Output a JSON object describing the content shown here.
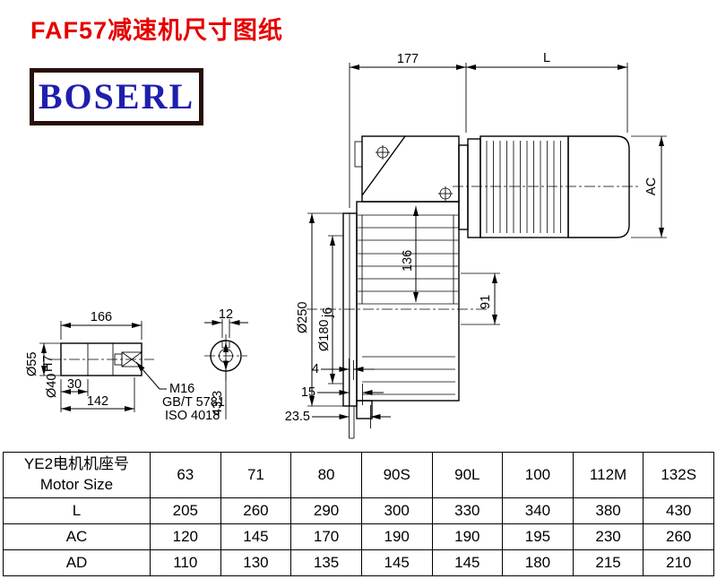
{
  "page": {
    "title": "FAF57减速机尺寸图纸",
    "logo_text": "BOSERL"
  },
  "drawing": {
    "main": {
      "width_177": "177",
      "length_L": "L",
      "height_AC": "AC",
      "flange_dia": "Ø250",
      "spigot_dia": "Ø180",
      "spigot_tol": "j6",
      "dim_136": "136",
      "dim_91": "91",
      "dim_4": "4",
      "dim_15": "15",
      "dim_23_5": "23.5"
    },
    "shaft": {
      "length_166": "166",
      "dim_30": "30",
      "dim_142": "142",
      "outer_dia": "Ø55",
      "bore_dia": "Ø40",
      "bore_tol": "H7",
      "thread": "M16",
      "std_gb": "GB/T 5781",
      "std_iso": "ISO 4018"
    },
    "section": {
      "key_width": "12",
      "key_depth": "43.3"
    }
  },
  "table": {
    "header": {
      "line1": "YE2电机机座号",
      "line2": "Motor Size"
    },
    "sizes": [
      "63",
      "71",
      "80",
      "90S",
      "90L",
      "100",
      "112M",
      "132S"
    ],
    "rows": [
      {
        "label": "L",
        "values": [
          "205",
          "260",
          "290",
          "300",
          "330",
          "340",
          "380",
          "430"
        ]
      },
      {
        "label": "AC",
        "values": [
          "120",
          "145",
          "170",
          "190",
          "190",
          "195",
          "230",
          "260"
        ]
      },
      {
        "label": "AD",
        "values": [
          "110",
          "130",
          "135",
          "145",
          "145",
          "180",
          "215",
          "210"
        ]
      }
    ]
  }
}
